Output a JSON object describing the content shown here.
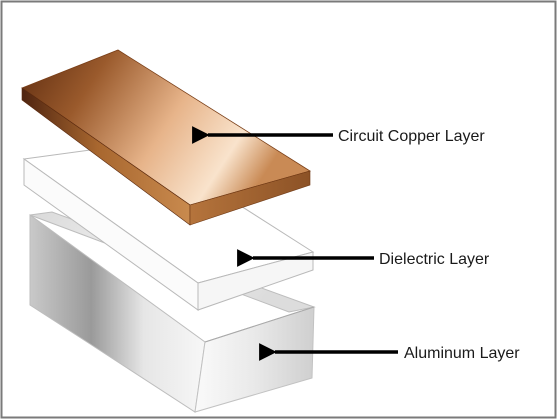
{
  "labels": {
    "copper": "Circuit Copper Layer",
    "dielectric": "Dielectric Layer",
    "aluminum": "Aluminum Layer"
  },
  "colors": {
    "copper_dark": "#6b3416",
    "copper_mid": "#b8733a",
    "copper_light": "#f7dcc0",
    "dielectric_fill": "#ffffff",
    "dielectric_stroke": "#b9b9b9",
    "aluminum_dark": "#8f8f8f",
    "aluminum_light": "#f4f4f4",
    "arrow": "#000000",
    "frame_border": "#7a7a7a"
  }
}
